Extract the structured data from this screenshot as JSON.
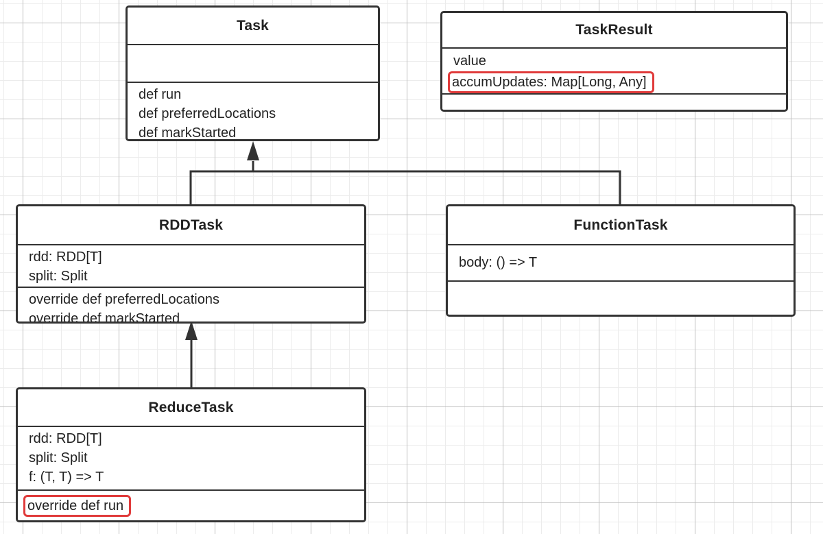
{
  "diagram": {
    "classes": {
      "task": {
        "name": "Task",
        "attributes": [],
        "methods": [
          "def run",
          "def preferredLocations",
          "def markStarted"
        ]
      },
      "task_result": {
        "name": "TaskResult",
        "attributes": [
          "value",
          "accumUpdates: Map[Long, Any]"
        ],
        "methods": []
      },
      "rdd_task": {
        "name": "RDDTask",
        "attributes": [
          "rdd: RDD[T]",
          "split: Split"
        ],
        "methods": [
          "override def preferredLocations",
          "override def markStarted"
        ]
      },
      "function_task": {
        "name": "FunctionTask",
        "attributes": [
          "body: () => T"
        ],
        "methods": []
      },
      "reduce_task": {
        "name": "ReduceTask",
        "attributes": [
          "rdd: RDD[T]",
          "split: Split",
          "f: (T, T) => T"
        ],
        "methods": [
          "override def run"
        ]
      }
    },
    "relations": [
      {
        "type": "inheritance",
        "from": "RDDTask",
        "to": "Task"
      },
      {
        "type": "inheritance",
        "from": "FunctionTask",
        "to": "Task"
      },
      {
        "type": "inheritance",
        "from": "ReduceTask",
        "to": "RDDTask"
      }
    ],
    "highlighted": [
      "accumUpdates: Map[Long, Any]",
      "override def run"
    ],
    "colors": {
      "border": "#333333",
      "highlight": "#e03b3b",
      "grid_major": "#bdbdbd",
      "grid_minor": "#ececec"
    }
  }
}
